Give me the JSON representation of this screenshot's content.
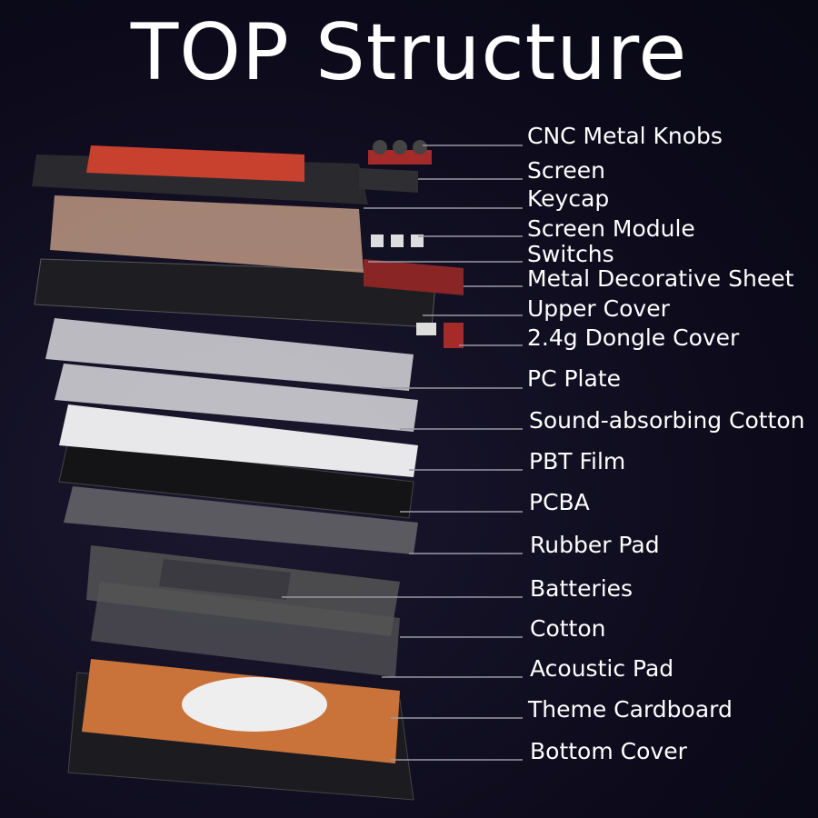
{
  "title": "TOP Structure",
  "labels": [
    "CNC Metal Knobs",
    "Screen",
    "Keycap",
    "Screen Module",
    "Switchs",
    "Metal Decorative Sheet",
    "Upper Cover",
    "2.4g Dongle Cover",
    "PC Plate",
    "Sound-absorbing Cotton",
    "PBT Film",
    "PCBA",
    "Rubber Pad",
    "Batteries",
    "Cotton",
    "Acoustic Pad",
    "Theme Cardboard",
    "Bottom Cover"
  ],
  "colors": {
    "background": "#0d0b1c",
    "leader": "#9a9aa4",
    "keycap_red": "#c8402e",
    "switch_yellow": "#e8d84a"
  }
}
